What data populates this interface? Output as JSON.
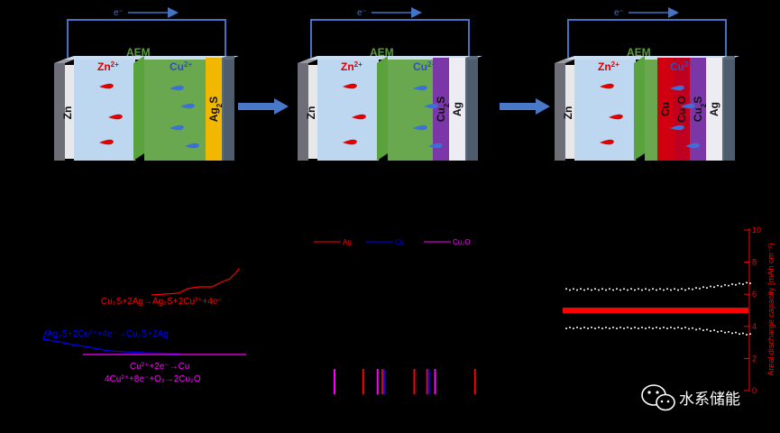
{
  "colors": {
    "zn_plate": "#6e6e78",
    "separator": "#e8e8ea",
    "electrolyte_zn": "#bcd7ef",
    "electrolyte_cu": "#6aa84f",
    "ag2s": "#f2b800",
    "cu2s": "#7b36a8",
    "ag": "#ececf2",
    "cu2o": "#c00020",
    "cu": "#d00010",
    "wire": "#4472c4",
    "arrow": "#4a78c8",
    "red": "#ff0000",
    "blue": "#0000ff",
    "magenta": "#ff00ff",
    "white": "#ffffff"
  },
  "cells": [
    {
      "electron": "e⁻",
      "aem": "AEM",
      "zn_ion_base": "Zn",
      "zn_ion_sup": "2+",
      "cu_ion_base": "Cu",
      "cu_ion_sup": "2+",
      "zn_label": "Zn",
      "right_layers": [
        {
          "label_base": "Ag",
          "label_sub": "2",
          "label_tail": "S",
          "color_key": "ag2s"
        }
      ]
    },
    {
      "electron": "e⁻",
      "aem": "AEM",
      "zn_ion_base": "Zn",
      "zn_ion_sup": "2+",
      "cu_ion_base": "Cu",
      "cu_ion_sup": "2+",
      "zn_label": "Zn",
      "right_layers": [
        {
          "label_base": "Cu",
          "label_sub": "2",
          "label_tail": "S",
          "color_key": "cu2s"
        },
        {
          "label_base": "Ag",
          "label_sub": "",
          "label_tail": "",
          "color_key": "ag"
        }
      ]
    },
    {
      "electron": "e⁻",
      "aem": "AEM",
      "zn_ion_base": "Zn",
      "zn_ion_sup": "2+",
      "cu_ion_base": "Cu",
      "cu_ion_sup": "2+",
      "zn_label": "Zn",
      "right_layers": [
        {
          "label_base": "Cu",
          "label_sub": "",
          "label_tail": "",
          "color_key": "cu"
        },
        {
          "label_base": "Cu",
          "label_sub": "2",
          "label_tail": "O",
          "color_key": "cu2o"
        },
        {
          "label_base": "Cu",
          "label_sub": "2",
          "label_tail": "S",
          "color_key": "cu2s"
        },
        {
          "label_base": "Ag",
          "label_sub": "",
          "label_tail": "",
          "color_key": "ag"
        }
      ]
    }
  ],
  "reactions": {
    "r1": "Cu₂S+2Ag→Ag₂S+2Cu²⁺+4e⁻",
    "r2": "Ag₂S+2Cu²⁺+4e⁻→Cu₂S+2Ag",
    "r3": "Cu²⁺+2e⁻→Cu",
    "r4": "4Cu²⁺+8e⁻+O₂→2Cu₂O"
  },
  "xrd_legend": [
    "Ag",
    "Cu",
    "Cu₂O"
  ],
  "chart_data": [
    {
      "type": "line",
      "series": [
        {
          "name": "Cu₂S+2Ag→Ag₂S+2Cu²⁺+4e⁻",
          "color_key": "red"
        },
        {
          "name": "Ag₂S+2Cu²⁺+4e⁻→Cu₂S+2Ag",
          "color_key": "blue"
        },
        {
          "name": "Cu²⁺+2e⁻→Cu / 4Cu²⁺+8e⁻+O₂→2Cu₂O",
          "color_key": "magenta"
        }
      ]
    },
    {
      "type": "bar",
      "series": [
        {
          "name": "Ag",
          "color_key": "red",
          "values": [
            0.18,
            0.3,
            0.5,
            0.58,
            0.88
          ]
        },
        {
          "name": "Cu",
          "color_key": "blue",
          "values": [
            0.31,
            0.59
          ]
        },
        {
          "name": "Cu₂O",
          "color_key": "magenta",
          "values": [
            0.0,
            0.27,
            0.63
          ]
        }
      ]
    },
    {
      "type": "scatter",
      "ylabel": "Areal discharge capacity (mAh cm⁻²)",
      "ylim": [
        0,
        10
      ],
      "yticks": [
        "0",
        "2",
        "4",
        "6",
        "8",
        "10"
      ],
      "cap_value": 5.0,
      "upper_voltage": 6.3,
      "lower_voltage": 3.9
    }
  ],
  "watermark": {
    "icon": "wechat-icon",
    "text": "水系储能"
  }
}
